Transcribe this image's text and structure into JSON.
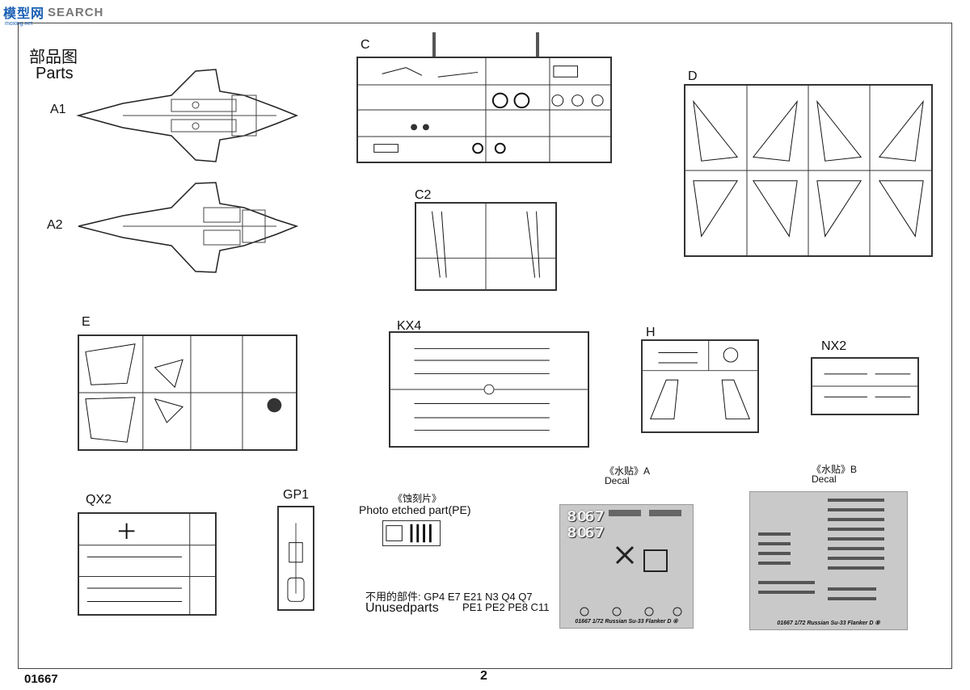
{
  "watermark": {
    "logo": "模型网",
    "search": "SEARCH",
    "sub": "moxing.net"
  },
  "title": {
    "cn": "部品图",
    "en": "Parts"
  },
  "parts": {
    "a1": "A1",
    "a2": "A2",
    "c": "C",
    "c2": "C2",
    "d": "D",
    "e": "E",
    "kx4": "KX4",
    "h": "H",
    "nx2": "NX2",
    "qx2": "QX2",
    "gp1": "GP1"
  },
  "pe": {
    "cn": "《蚀刻片》",
    "en": "Photo etched part(PE)"
  },
  "decal_a": {
    "cn": "《水贴》A",
    "en": "Decal",
    "caption": "01667 1/72 Russian Su-33 Flanker D ④",
    "num1": "80",
    "num2": "67"
  },
  "decal_b": {
    "cn": "《水贴》B",
    "en": "Decal",
    "caption": "01667 1/72 Russian Su-33 Flanker D ⑧"
  },
  "unused": {
    "cn": "不用的部件: GP4  E7  E21  N3  Q4  Q7",
    "en": "Unusedparts",
    "en_list": "PE1  PE2  PE8  C11"
  },
  "footer": {
    "code": "01667",
    "page": "2"
  }
}
